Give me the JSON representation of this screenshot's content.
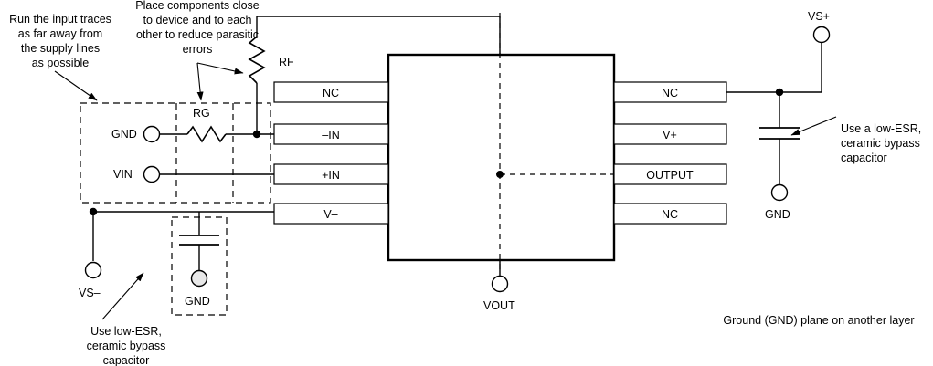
{
  "diagram": {
    "title": "Operational amplifier layout example schematic",
    "device": {
      "name": "op-amp-package",
      "pins_left": [
        "NC",
        "–IN",
        "+IN",
        "V–"
      ],
      "pins_right": [
        "NC",
        "V+",
        "OUTPUT",
        "NC"
      ]
    },
    "components": {
      "rf_label": "RF",
      "rg_label": "RG"
    },
    "terminals": {
      "gnd_input": "GND",
      "vin": "VIN",
      "vs_minus": "VS–",
      "vs_plus": "VS+",
      "gnd_left_cap": "GND",
      "gnd_right_cap": "GND",
      "vout": "VOUT"
    },
    "annotations": {
      "input_traces": "Run the input traces\nas far away from\nthe supply lines\nas possible",
      "place_components": "Place components close\nto device and to each\nother to reduce parasitic\nerrors",
      "low_esr_right": "Use a low-ESR,\nceramic bypass\ncapacitor",
      "low_esr_left": "Use low-ESR,\nceramic bypass\ncapacitor",
      "ground_plane": "Ground (GND) plane on another layer"
    },
    "colors": {
      "line": "#000000",
      "background": "#ffffff",
      "text": "#000000",
      "terminal_fill": "#ffffff",
      "gnd_pad_fill": "#e8e8e8"
    }
  }
}
